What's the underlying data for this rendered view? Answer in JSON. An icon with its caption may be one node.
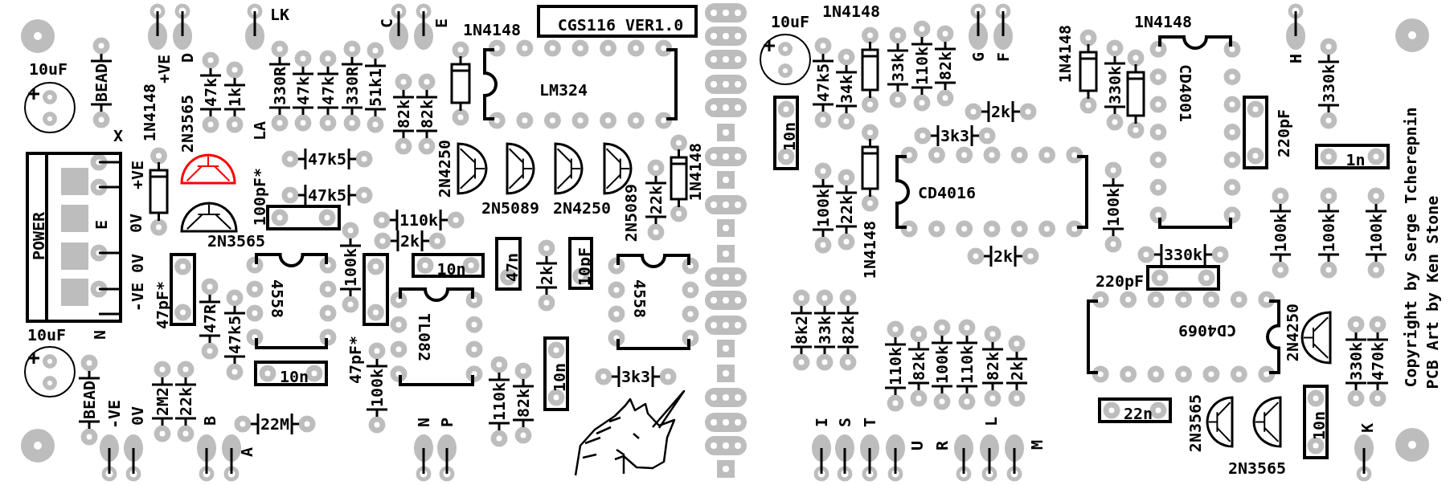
{
  "diagram": {
    "nodes": [
      {
        "text": [
          "CGS116 VER1.0"
        ]
      },
      {
        "text": [
          "POWER"
        ]
      },
      {
        "text": [
          "LM324"
        ]
      },
      {
        "text": [
          "CD4016"
        ]
      },
      {
        "text": [
          "CD4001"
        ]
      },
      {
        "text": [
          "4558"
        ]
      },
      {
        "text": [
          "TL082"
        ]
      },
      {
        "text": [
          "4558"
        ]
      },
      {
        "text": [
          "CD4069"
        ]
      },
      {
        "text": [
          "10n"
        ]
      },
      {
        "text": [
          "1n"
        ]
      },
      {
        "text": [
          "10n"
        ]
      },
      {
        "text": [
          "47n"
        ]
      },
      {
        "text": [
          "10pF"
        ]
      },
      {
        "text": [
          "10n"
        ]
      },
      {
        "text": [
          "10n"
        ]
      },
      {
        "text": [
          "22n"
        ]
      },
      {
        "text": [
          "10n"
        ]
      },
      {
        "text": [],
        "shape": "box",
        "beside": [
          "100pF*"
        ]
      },
      {
        "text": [],
        "shape": "box",
        "beside": [
          "47pF*"
        ]
      },
      {
        "text": [],
        "shape": "box",
        "beside": [
          "47pF*"
        ]
      },
      {
        "text": [],
        "shape": "box",
        "beside": [
          "220pF"
        ]
      },
      {
        "text": [],
        "shape": "box",
        "beside": [
          "220pF"
        ]
      }
    ],
    "labels": [
      "LK",
      "C",
      "E",
      "1N4148",
      "10uF",
      "1N4148",
      "1N4148",
      "10uF",
      "BEAD",
      "+VE",
      "D",
      "47k",
      "1k",
      "330R",
      "47k",
      "47k",
      "330R",
      "51k1",
      "47k5",
      "34k",
      "33k",
      "110k",
      "82k",
      "G",
      "F",
      "1N4148",
      "330k",
      "H",
      "330k",
      "X",
      "1N4148",
      "2N3565",
      "LA",
      "82k",
      "82k",
      "3k3",
      "2k",
      "+VE",
      "47k5",
      "2N4250",
      "1N4148",
      "E",
      "0V",
      "47k5",
      "110k",
      "2N5089",
      "2N4250",
      "2N5089",
      "22k",
      "100k",
      "22k",
      "100k",
      "2N3565",
      "2k",
      "1N4148",
      "2k",
      "330k",
      "100k",
      "100k",
      "100k",
      "-VE 0V",
      "100k",
      "2k",
      "10uF",
      "N",
      "47R",
      "47k5",
      "8k2",
      "33k",
      "82k",
      "2N4250",
      "100k",
      "3k3",
      "110k",
      "82k",
      "100k",
      "110k",
      "82k",
      "2k",
      "330k",
      "470k",
      "BEAD",
      "-VE",
      "0V",
      "2M2",
      "22k",
      "B",
      "22M",
      "N",
      "P",
      "110k",
      "82k",
      "I",
      "S",
      "T",
      "L",
      "2N3565",
      "K",
      "A",
      "U",
      "R",
      "M",
      "2N3565",
      "Copyright by Serge Tcherepnin",
      "PCB Art by Ken Stone"
    ]
  }
}
